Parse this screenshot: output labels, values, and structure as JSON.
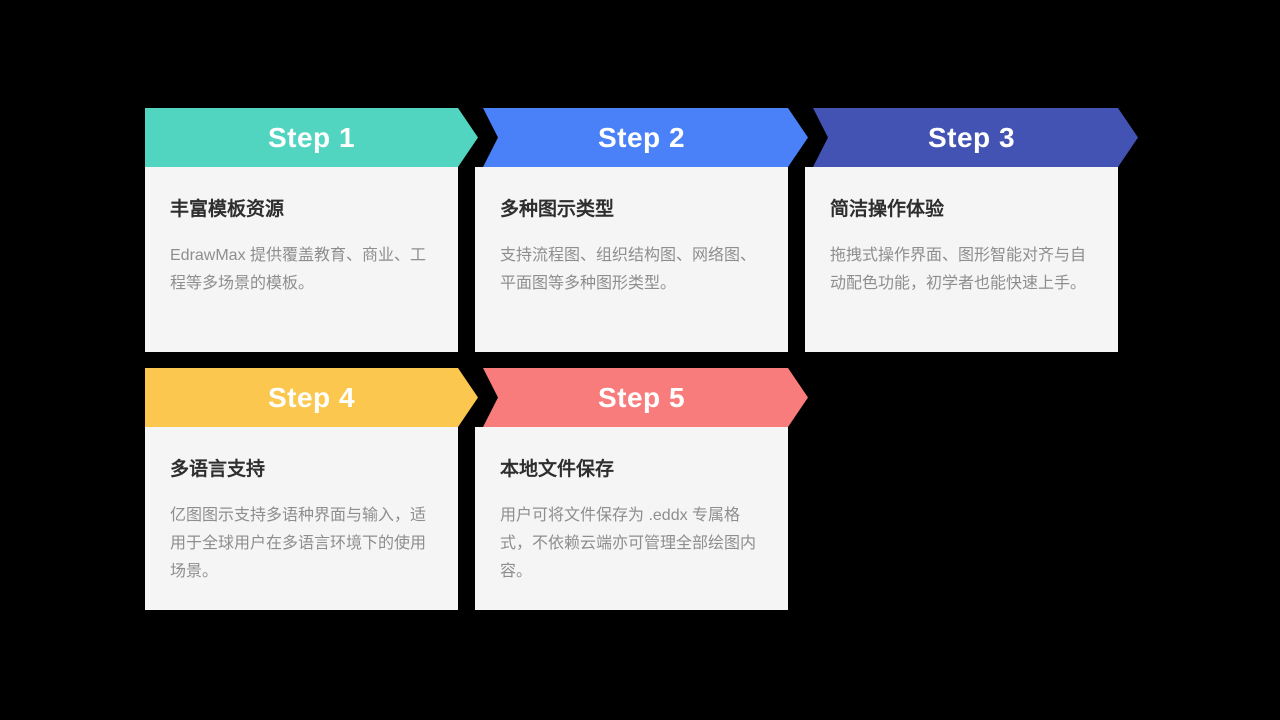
{
  "page": {
    "background_color": "#000000",
    "card_background_color": "#f5f5f6",
    "step_label_color": "#ffffff",
    "title_color": "#2e2e2e",
    "text_color": "#8e8e8e"
  },
  "cards": [
    {
      "step": "Step 1",
      "title": "丰富模板资源",
      "body": "EdrawMax 提供覆盖教育、商业、工程等多场景的模板。",
      "header_color": "#52d5c0",
      "first_in_row": true
    },
    {
      "step": "Step 2",
      "title": "多种图示类型",
      "body": "支持流程图、组织结构图、网络图、平面图等多种图形类型。",
      "header_color": "#4a80f8",
      "first_in_row": false
    },
    {
      "step": "Step 3",
      "title": "简洁操作体验",
      "body": "拖拽式操作界面、图形智能对齐与自动配色功能，初学者也能快速上手。",
      "header_color": "#4253b4",
      "first_in_row": false
    },
    {
      "step": "Step 4",
      "title": "多语言支持",
      "body": "亿图图示支持多语种界面与输入，适用于全球用户在多语言环境下的使用场景。",
      "header_color": "#fbc74e",
      "first_in_row": true
    },
    {
      "step": "Step 5",
      "title": "本地文件保存",
      "body": "用户可将文件保存为 .eddx 专属格式，不依赖云端亦可管理全部绘图内容。",
      "header_color": "#f97c7c",
      "first_in_row": false
    }
  ]
}
